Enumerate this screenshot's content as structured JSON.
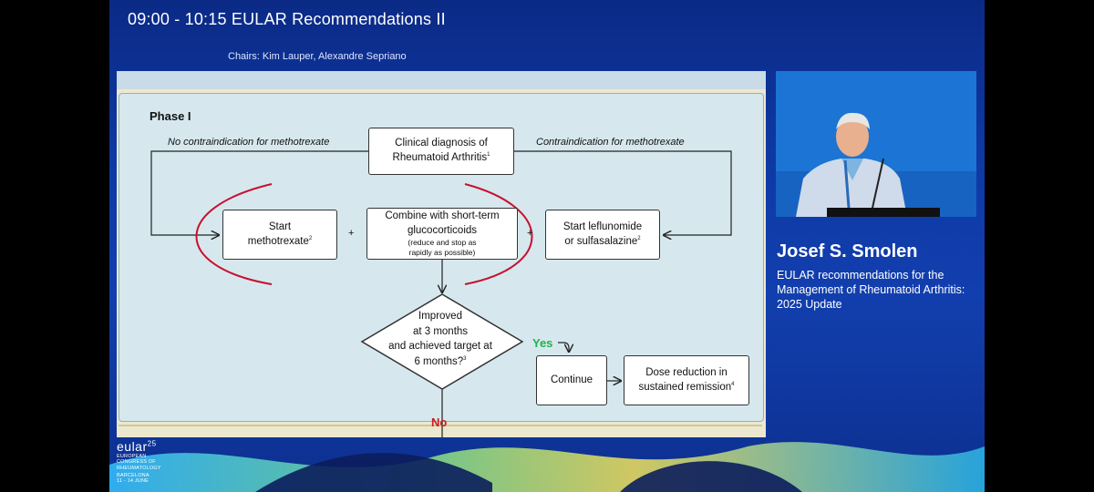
{
  "session": {
    "title": "09:00 - 10:15  EULAR Recommendations II",
    "chairs": "Chairs: Kim Lauper, Alexandre Sepriano"
  },
  "slide": {
    "phase": "Phase I",
    "left_condition": "No contraindication for methotrexate",
    "right_condition": "Contraindication for methotrexate",
    "diagnosis": {
      "line1": "Clinical diagnosis of",
      "line2": "Rheumatoid Arthritis",
      "sup": "1"
    },
    "start_mtx": {
      "line1": "Start",
      "line2": "methotrexate",
      "sup": "2"
    },
    "combine": {
      "line1": "Combine with short-term",
      "line2": "glucocorticoids",
      "small1": "(reduce and stop as",
      "small2": "rapidly as possible)"
    },
    "leflunomide": {
      "line1": "Start leflunomide",
      "line2": "or sulfasalazine",
      "sup": "2"
    },
    "plus": "+",
    "decision": {
      "line1": "Improved",
      "line2": "at 3 months",
      "line3": "and achieved target at",
      "line4": "6 months?",
      "sup": "3"
    },
    "yes": "Yes",
    "no": "No",
    "continue": "Continue",
    "dose_reduction": {
      "line1": "Dose reduction in",
      "line2": "sustained remission",
      "sup": "4"
    }
  },
  "speaker": {
    "name": "Josef S. Smolen",
    "talk_title": "EULAR recommendations for the Management of Rheumatoid Arthritis: 2025 Update"
  },
  "logo": {
    "brand": "eular",
    "edition": "25",
    "lines": [
      "EUROPEAN",
      "CONGRESS OF",
      "RHEUMATOLOGY",
      "BARCELONA",
      "11 - 14 JUNE"
    ]
  },
  "colors": {
    "yes": "#23b14d",
    "no": "#c81e1e",
    "highlight_ring": "#c8102e"
  }
}
